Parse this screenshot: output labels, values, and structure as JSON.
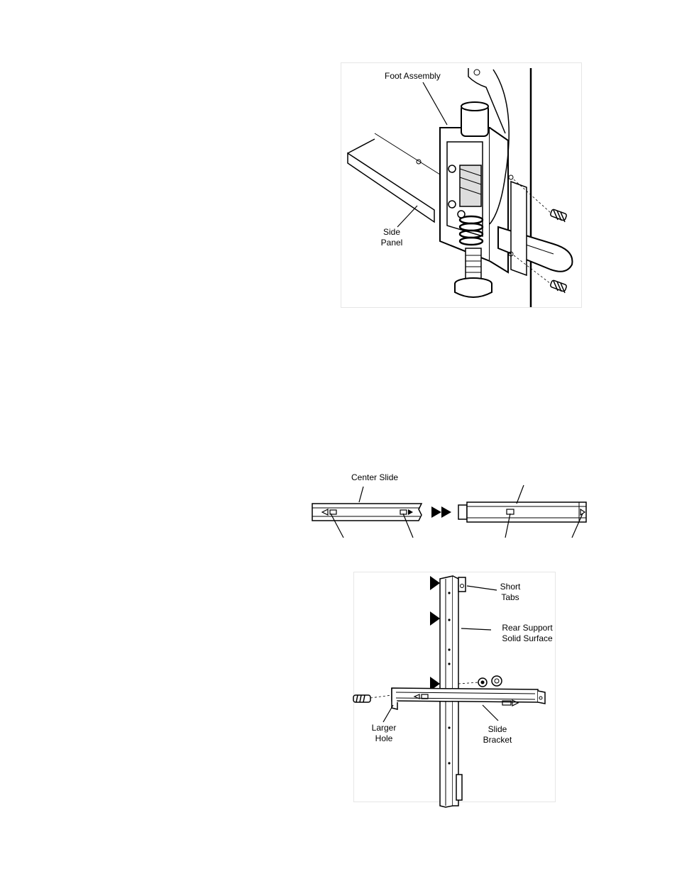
{
  "figure1": {
    "foot_assembly_label": "Foot Assembly",
    "side_panel_label_line1": "Side",
    "side_panel_label_line2": "Panel"
  },
  "figure2": {
    "center_slide_label": "Center Slide"
  },
  "figure3": {
    "short_tabs_line1": "Short",
    "short_tabs_line2": "Tabs",
    "rear_support_line1": "Rear Support",
    "rear_support_line2": "Solid Surface",
    "larger_hole_line1": "Larger",
    "larger_hole_line2": "Hole",
    "slide_bracket_line1": "Slide",
    "slide_bracket_line2": "Bracket"
  }
}
